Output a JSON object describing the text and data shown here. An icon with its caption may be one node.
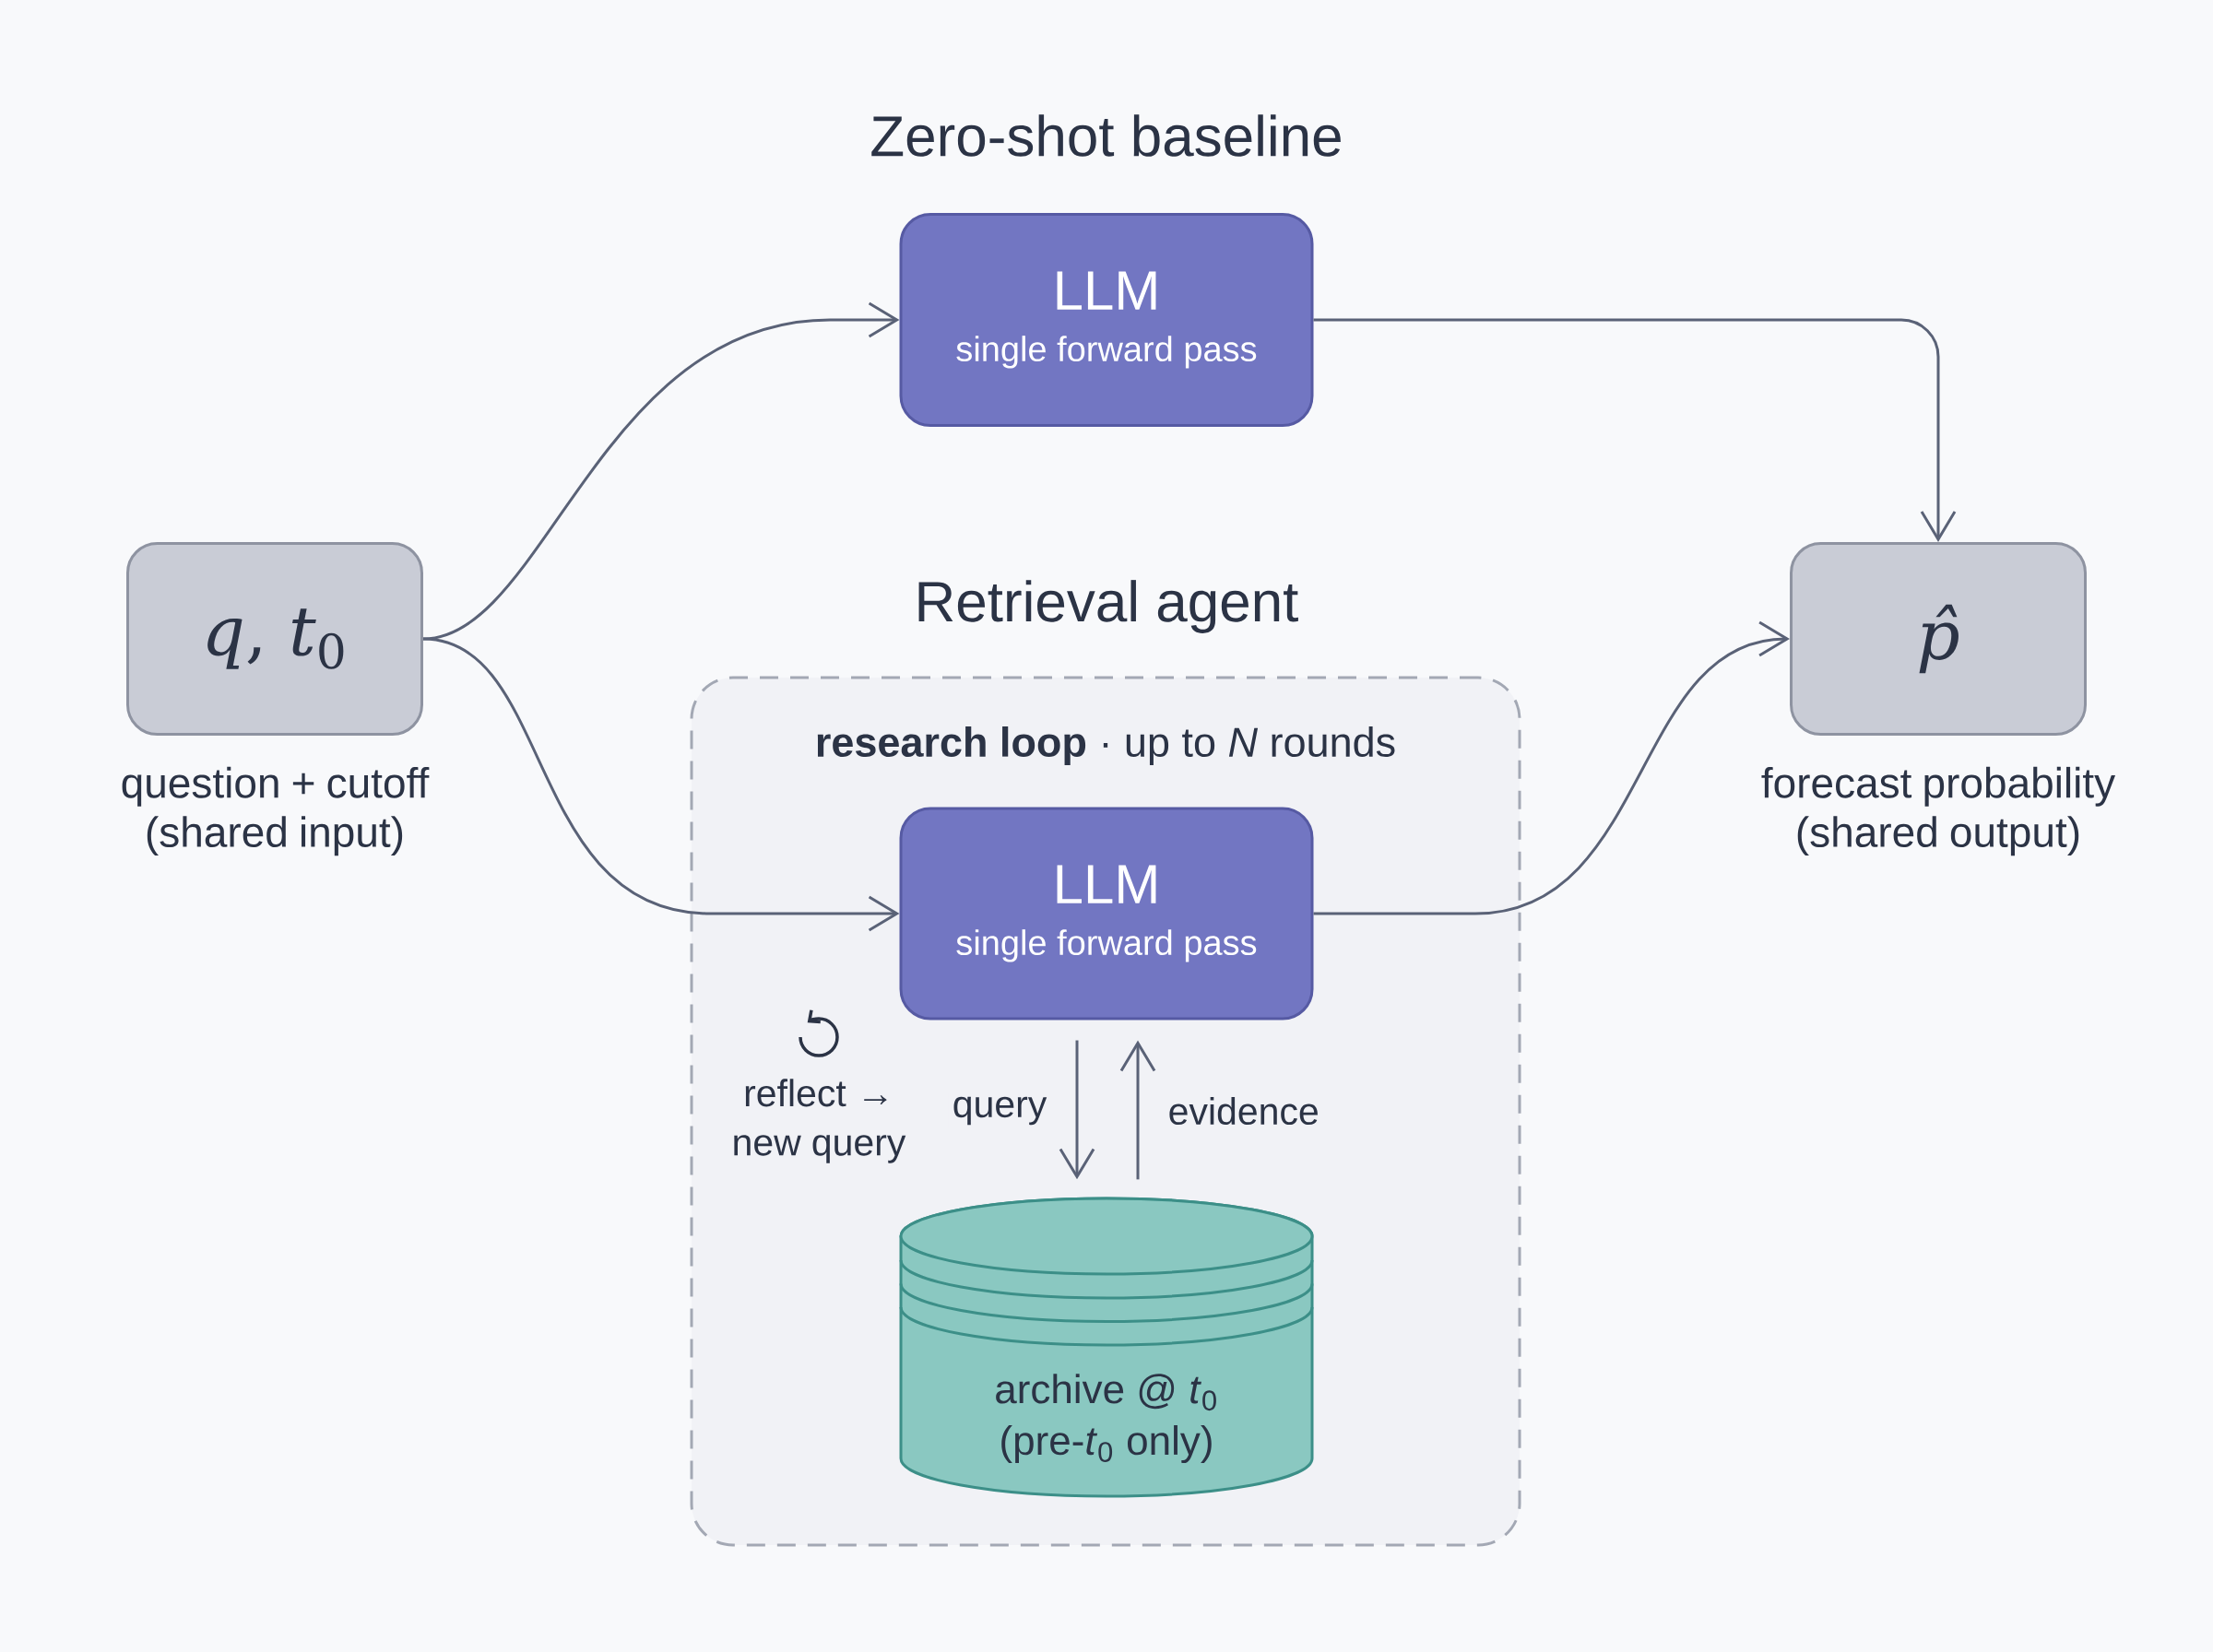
{
  "diagram": {
    "nodes": [
      {
        "text": [
          "*q*, *t*$_{0}$"
        ],
        "beside": [
          "question + cutoff (shared input)"
        ]
      },
      {
        "text": [
          "LLM",
          "single forward pass"
        ]
      },
      {
        "text": [
          "**research loop** · up to *N* rounds"
        ]
      },
      {
        "text": [
          "LLM",
          "single forward pass"
        ],
        "in": 2
      },
      {
        "text": [
          "archive @ *t*$_{0}$",
          "(pre-*t*$_{0}$ only)"
        ],
        "in": 2
      },
      {
        "text": [
          "p̂"
        ],
        "beside": [
          "forecast probability (shared output)"
        ]
      }
    ],
    "edges": [
      {
        "from": 0,
        "to": 1,
        "arrow": "to"
      },
      {
        "from": 0,
        "to": 3,
        "arrow": "to"
      },
      {
        "from": 1,
        "to": 5,
        "arrow": "to"
      },
      {
        "from": 3,
        "to": 5,
        "arrow": "to"
      },
      {
        "from": 3,
        "to": 4,
        "arrow": "to",
        "label": "query"
      },
      {
        "from": 4,
        "to": 3,
        "arrow": "to",
        "label": "evidence"
      }
    ],
    "labels": [
      "Zero-shot baseline",
      "Retrieval agent",
      "reflect → new query"
    ]
  }
}
